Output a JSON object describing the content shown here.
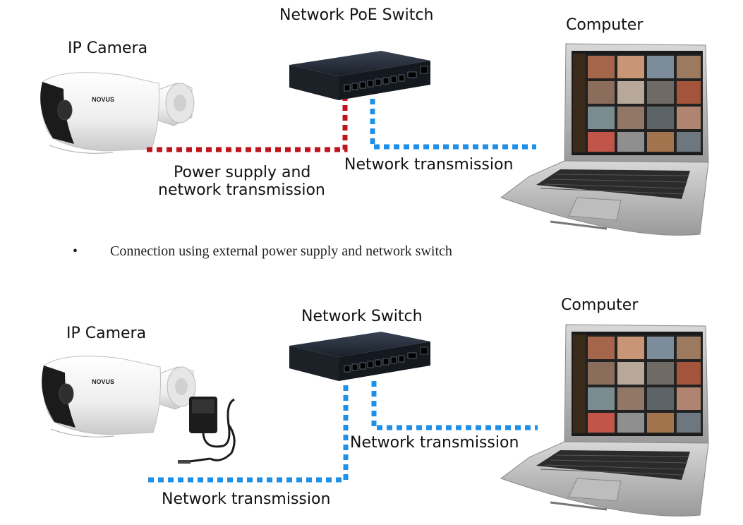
{
  "diagram1": {
    "camera_label": "IP Camera",
    "switch_label": "Network PoE Switch",
    "computer_label": "Computer",
    "link1_label_line1": "Power supply and",
    "link1_label_line2": "network transmission",
    "link2_label": "Network transmission",
    "camera_brand": "NOVUS"
  },
  "caption": {
    "bullet": "•",
    "text": "Connection using external power supply and network switch"
  },
  "diagram2": {
    "camera_label": "IP Camera",
    "switch_label": "Network Switch",
    "computer_label": "Computer",
    "link1_label": "Network transmission",
    "link2_label": "Network transmission",
    "camera_brand": "NOVUS"
  },
  "colors": {
    "power_and_data_line": "#c0141c",
    "data_line": "#1e90e8"
  }
}
